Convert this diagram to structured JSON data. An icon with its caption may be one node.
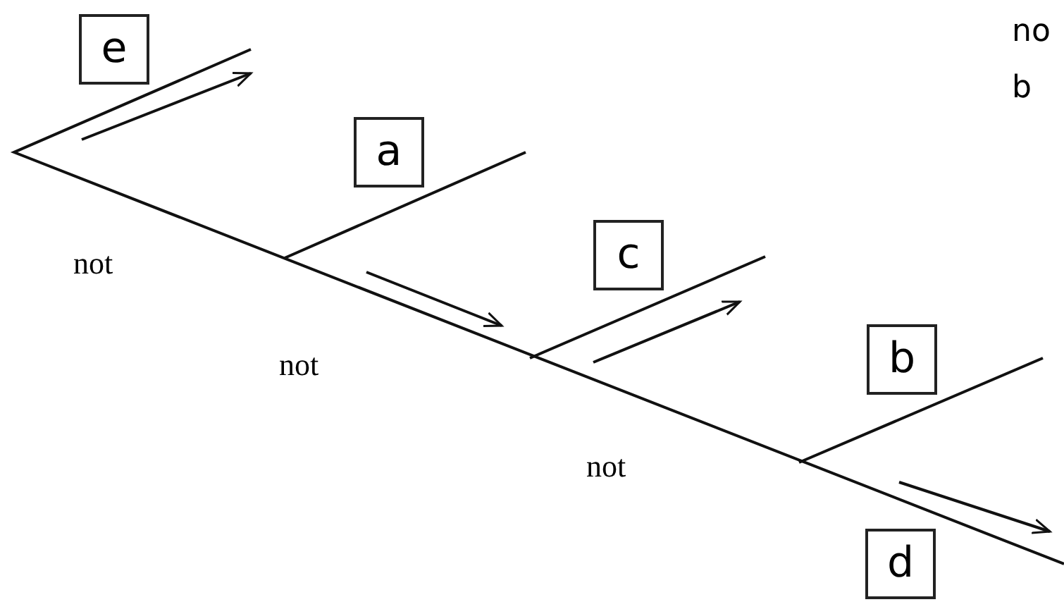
{
  "diagram": {
    "nodes": [
      {
        "text": [
          "e"
        ]
      },
      {
        "text": [
          "a"
        ]
      },
      {
        "text": [
          "c"
        ]
      },
      {
        "text": [
          "b"
        ]
      },
      {
        "text": [
          "d"
        ]
      }
    ],
    "labels": [
      "no",
      "b",
      "not",
      "not",
      "not"
    ]
  }
}
